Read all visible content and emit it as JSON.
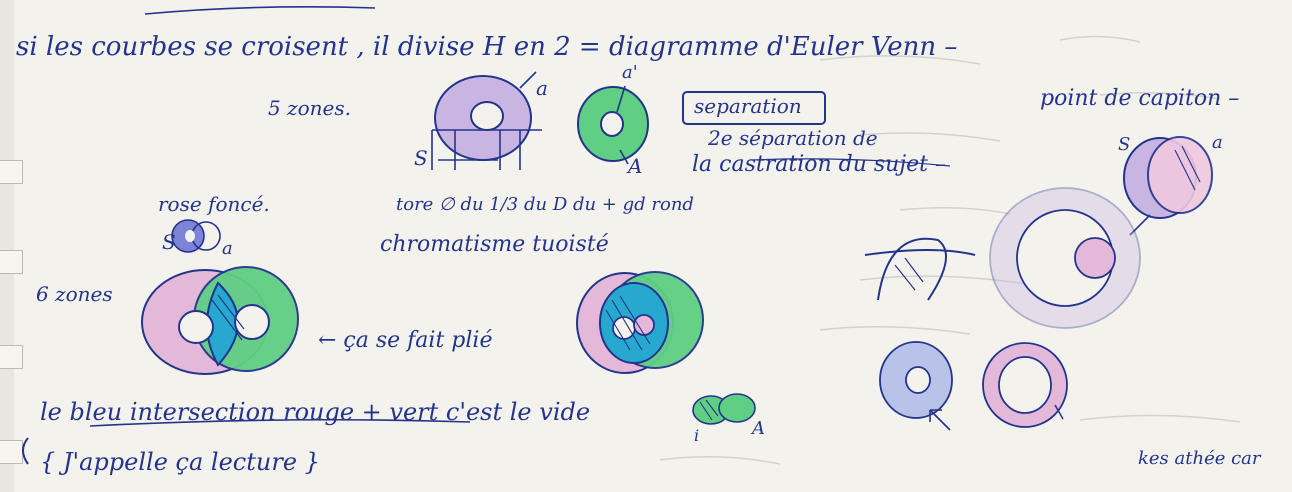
{
  "colors": {
    "paper": "#f4f2ec",
    "ink": "#23348c",
    "pink": "#e3b8d9",
    "lilac": "#c9b5e2",
    "green": "#5fcf84",
    "cyan": "#27a8cf",
    "violet": "#7d83d6"
  },
  "notes": {
    "line1": "si les courbes se croisent , il divise H en 2 = diagramme d'Euler Venn –",
    "zones5": "5 zones.",
    "label_s": "S",
    "label_a": "a",
    "label_a2": "a'",
    "label_A": "A",
    "separation_box": "separation",
    "separation_line2": "2e séparation de",
    "separation_line3": "la castration du sujet –",
    "fraction_line": "tore ∅ du 1/3 du D du + gd rond",
    "chromatisme": "chromatisme tuoisté",
    "rose_fonce": "rose foncé.",
    "zones6": "6 zones",
    "ca_se_fait": "← ça se fait plié",
    "point_capiton": "point de capiton –",
    "label_s2": "S",
    "label_a3": "a",
    "label_s3": "S",
    "label_a4": "a",
    "label_i": "i",
    "label_A2": "A",
    "bleu_line": "le bleu intersection rouge + vert c'est le vide",
    "bottom": "{ J'appelle ça lecture }",
    "bottom_right": "kes athée car"
  }
}
